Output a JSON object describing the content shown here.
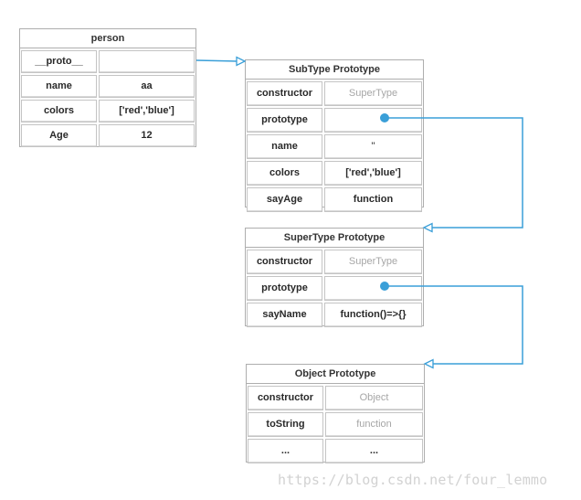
{
  "person": {
    "title": "person",
    "rows": [
      {
        "key": "__proto__",
        "value": ""
      },
      {
        "key": "name",
        "value": "aa"
      },
      {
        "key": "colors",
        "value": "['red','blue']"
      },
      {
        "key": "Age",
        "value": "12"
      }
    ]
  },
  "subtype": {
    "title": "SubType Prototype",
    "rows": [
      {
        "key": "constructor",
        "value": "SuperType"
      },
      {
        "key": "prototype",
        "value": ""
      },
      {
        "key": "name",
        "value": "''"
      },
      {
        "key": "colors",
        "value": "['red','blue']"
      },
      {
        "key": "sayAge",
        "value": "function"
      }
    ]
  },
  "supertype": {
    "title": "SuperType Prototype",
    "rows": [
      {
        "key": "constructor",
        "value": "SuperType"
      },
      {
        "key": "prototype",
        "value": ""
      },
      {
        "key": "sayName",
        "value": "function()=>{}"
      }
    ]
  },
  "object": {
    "title": "Object Prototype",
    "rows": [
      {
        "key": "constructor",
        "value": "Object"
      },
      {
        "key": "toString",
        "value": "function"
      },
      {
        "key": "...",
        "value": "..."
      }
    ]
  },
  "colors": {
    "arrow": "#3a9fd8",
    "border": "#aeaeae",
    "muted_text": "#a6a6a6"
  },
  "watermark": "https://blog.csdn.net/four_lemmo"
}
